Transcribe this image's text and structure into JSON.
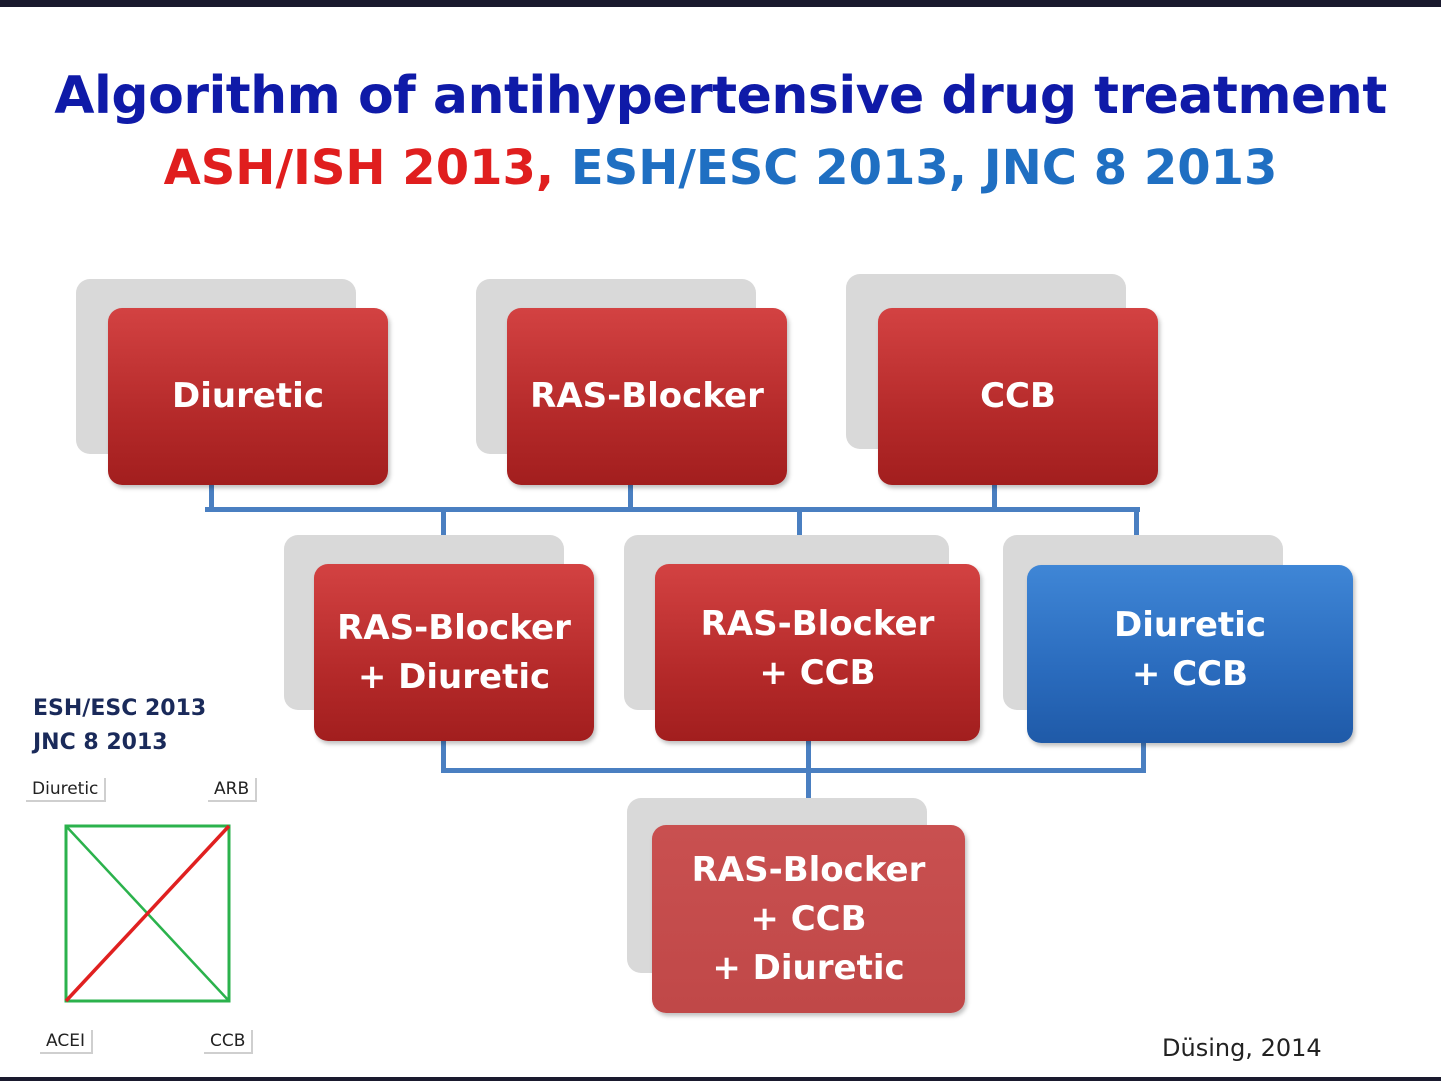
{
  "title": "Algorithm of antihypertensive drug treatment",
  "subtitle": {
    "red": "ASH/ISH 2013,",
    "blue": "ESH/ESC 2013, JNC 8 2013"
  },
  "row1": [
    "Diuretic",
    "RAS-Blocker",
    "CCB"
  ],
  "row2": [
    {
      "line1": "RAS-Blocker",
      "line2": "+ Diuretic"
    },
    {
      "line1": "RAS-Blocker",
      "line2": "+ CCB"
    },
    {
      "line1": "Diuretic",
      "line2": "+ CCB"
    }
  ],
  "row3": {
    "line1": "RAS-Blocker",
    "line2": "+ CCB",
    "line3": "+ Diuretic"
  },
  "legend": {
    "heading1": "ESH/ESC 2013",
    "heading2": "JNC 8 2013",
    "top_left": "Diuretic",
    "top_right": "ARB",
    "bottom_left": "ACEI",
    "bottom_right": "CCB"
  },
  "credit": "Düsing, 2014",
  "colors": {
    "title": "#0f1aa8",
    "red_box": "#b52a2a",
    "blue_box": "#2a6bbd",
    "connector": "#4a7fc1"
  }
}
